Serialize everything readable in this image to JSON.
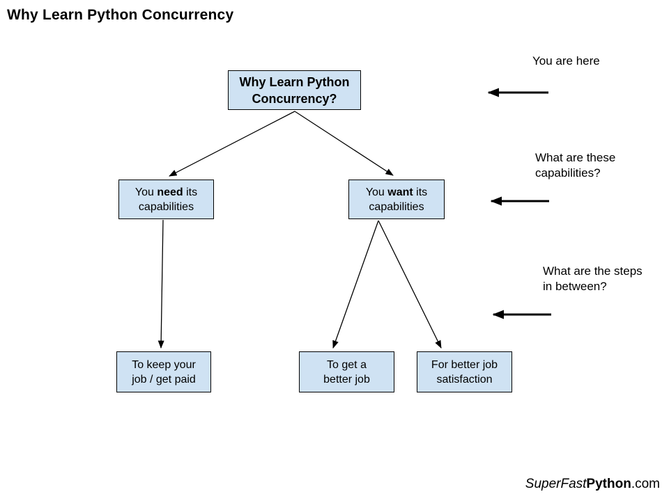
{
  "title": "Why Learn Python Concurrency",
  "nodes": {
    "root": {
      "line1": "Why Learn Python",
      "line2": "Concurrency?"
    },
    "need": {
      "line1_pre": "You ",
      "line1_bold": "need",
      "line1_post": " its",
      "line2": "capabilities"
    },
    "want": {
      "line1_pre": "You ",
      "line1_bold": "want",
      "line1_post": " its",
      "line2": "capabilities"
    },
    "keep_job": {
      "line1": "To keep your",
      "line2": "job / get paid"
    },
    "better_job": {
      "line1": "To get a",
      "line2": "better job"
    },
    "satisfaction": {
      "line1": "For better job",
      "line2": "satisfaction"
    }
  },
  "annotations": {
    "here": {
      "line1": "You are here"
    },
    "capabilities": {
      "line1": "What are these",
      "line2": "capabilities?"
    },
    "steps": {
      "line1": "What are the steps",
      "line2": "in between?"
    }
  },
  "footer": {
    "italic_part": "SuperFast",
    "bold_part": "Python",
    "plain_part": ".com"
  },
  "colors": {
    "background": "#ffffff",
    "text": "#000000",
    "node_fill": "#cfe2f3",
    "node_border": "#000000",
    "line": "#000000"
  }
}
